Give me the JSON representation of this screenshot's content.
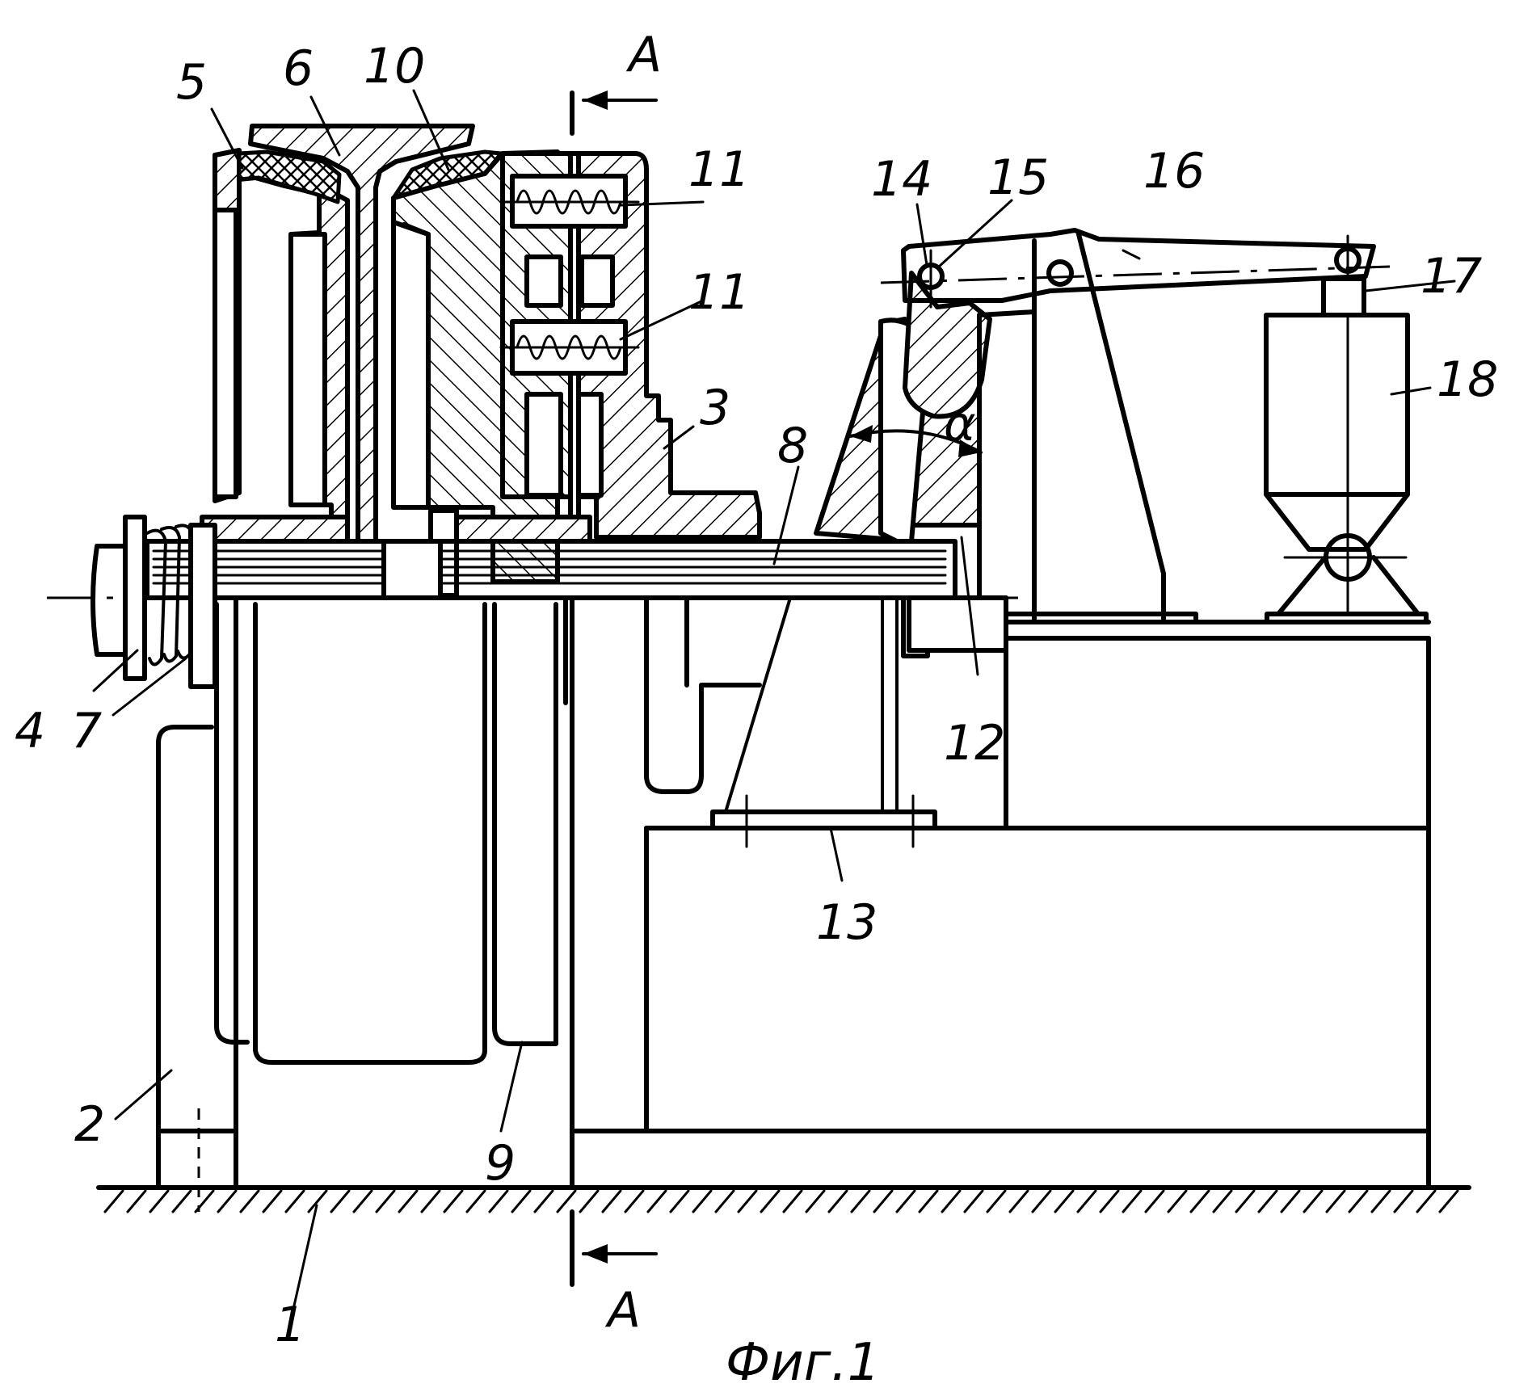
{
  "figure": {
    "caption": "Фиг.1",
    "section_label_top": "A",
    "section_label_bottom": "A",
    "angle_symbol": "α"
  },
  "labels": [
    "1",
    "2",
    "3",
    "4",
    "5",
    "6",
    "7",
    "8",
    "9",
    "10",
    "11",
    "11",
    "12",
    "13",
    "14",
    "15",
    "16",
    "17",
    "18"
  ]
}
